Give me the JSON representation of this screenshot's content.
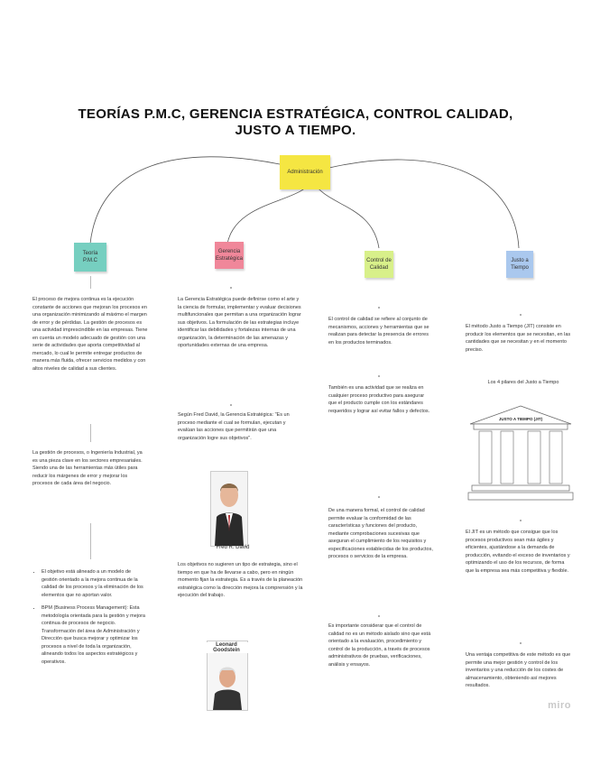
{
  "title": {
    "line1": "TEORÍAS P.M.C, GERENCIA ESTRATÉGICA, CONTROL CALIDAD,",
    "line2": "JUSTO A TIEMPO."
  },
  "center_node": {
    "label": "Administración",
    "color": "#f5e642"
  },
  "branches": [
    {
      "label": "Teoría P.M.C",
      "color": "#76cfc0"
    },
    {
      "label": "Gerencia Estratégica",
      "color": "#f0879a"
    },
    {
      "label": "Control de Calidad",
      "color": "#d8f08a"
    },
    {
      "label": "Justo a Tiempo",
      "color": "#aac8ee"
    }
  ],
  "col1": {
    "p1": "El proceso de mejora continua es la ejecución constante de acciones que mejoran los procesos en una organización minimizando al máximo el margen de error y de pérdidas. La gestión de procesos es una actividad imprescindible en las empresas. Tiene en cuenta un modelo adecuado de gestión con una serie de actividades que aporta competitividad al mercado, lo cual le permite entregar productos de manera más fluida, ofrecer servicios medidos y con altos niveles de calidad a sus clientes.",
    "p2": "La gestión de procesos, o Ingeniería Industrial, ya es una pieza clave en los sectores empresariales. Siendo una de las herramientas más útiles para reducir los márgenes de error y mejorar los procesos de cada área del negocio.",
    "li1": "El objetivo está alineado a un modelo de gestión orientado a la mejora continua de la calidad de los procesos y la eliminación de los elementos que no aportan valor.",
    "li2": "BPM (Business Process Management): Esta metodología orientada para la gestión y mejora continua de procesos de negocio. Transformación del área de Administración y Dirección que busca mejorar y optimizar los procesos a nivel de toda la organización, alineando todos los aspectos estratégicos y operativos."
  },
  "col2": {
    "p1": "La Gerencia Estratégica puede definirse como el arte y la ciencia de formular, implementar y evaluar decisiones multifuncionales que permitan a una organización lograr sus objetivos. La formulación de las estrategias incluye identificar las debilidades y fortalezas internas de una organización, la determinación de las amenazas y oportunidades externas de una empresa.",
    "p2": "Según Fred David, la Gerencia Estratégica: \"Es un proceso mediante el cual se formulan, ejecutan y evalúan las acciones que permitirán que una organización logre sus objetivos\".",
    "caption1": "Fred R. David",
    "p3": "Los objetivos no sugieren un tipo de estrategia, sino el tiempo en que ha de llevarse a cabo, pero en ningún momento fijan la estrategia. Es a través de la planeación estratégica como la dirección mejora la comprensión y la ejecución del trabajo.",
    "caption2": "Leonard Goodstein"
  },
  "col3": {
    "p1": "El control de calidad se refiere al conjunto de mecanismos, acciones y herramientas que se realizan para detectar la presencia de errores en los productos terminados.",
    "p2": "También es una actividad que se realiza en cualquier proceso productivo para asegurar que el producto cumple con los estándares requeridos y lograr así evitar fallos y defectos.",
    "p3": "De una manera formal, el control de calidad permite evaluar la conformidad de las características y funciones del producto, mediante comprobaciones sucesivas que aseguran el cumplimiento de los requisitos y especificaciones establecidas de los productos, procesos o servicios de la empresa.",
    "p4": "Es importante considerar que el control de calidad no es un método aislado sino que está orientado a la evaluación, procedimiento y control de la producción, a través de procesos administrativos de pruebas, verificaciones, análisis y ensayos."
  },
  "col4": {
    "p1": "El método Justo a Tiempo (JIT) consiste en producir los elementos que se necesitan, en las cantidades que se necesitan y en el momento preciso.",
    "temple_title": "Los 4 pilares del Justo a Tiempo",
    "temple_roof": "JUSTO A TIEMPO (JIT)",
    "p2": "El JIT es un método que consigue que los procesos productivos sean más ágiles y eficientes, ajustándose a la demanda de producción, evitando el exceso de inventarios y optimizando el uso de los recursos, de forma que la empresa sea más competitiva y flexible.",
    "p3": "Una ventaja competitiva de este método es que permite una mejor gestión y control de los inventarios y una reducción de los costes de almacenamiento, obteniendo así mejores resultados."
  },
  "watermark": "miro"
}
